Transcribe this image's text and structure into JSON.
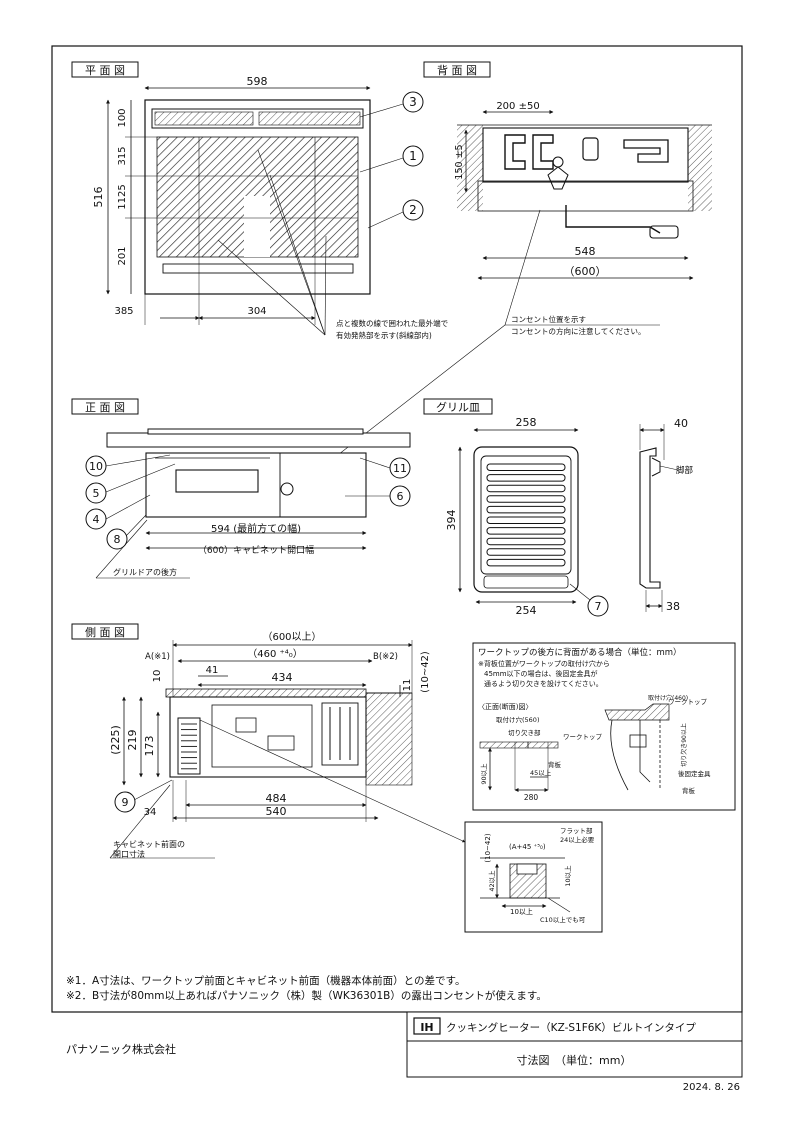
{
  "views": {
    "plan": "平 面 図",
    "back": "背 面 図",
    "front": "正 面 図",
    "grill": "グリル皿",
    "side": "側 面 図"
  },
  "plan_dims": {
    "width": "598",
    "d100": "100",
    "d315": "315",
    "d1125": "1125",
    "d516": "516",
    "d201": "201",
    "d385": "385",
    "d304": "304"
  },
  "plan_note": [
    "点と複数の線で囲われた最外端で",
    "有効発熱部を示す(斜線部内)"
  ],
  "back_dims": {
    "d200": "200 ±50",
    "d150": "150 ±5",
    "d548": "548",
    "d600": "（600）"
  },
  "outlet_note": [
    "コンセント位置を示す",
    "コンセントの方向に注意してください。"
  ],
  "front_dims": {
    "d594": "594 (最前方ての幅)",
    "d600": "（600）キャビネット開口幅",
    "grill_door": "グリルドアの後方"
  },
  "grill_dims": {
    "d258": "258",
    "d394": "394",
    "d254": "254",
    "d40": "40",
    "d38": "38",
    "handle": "脚部"
  },
  "side_dims": {
    "d600": "（600以上）",
    "d460": "（460 ⁺⁴₀）",
    "a": "A(※1)",
    "b": "B(※2)",
    "d41": "41",
    "d434": "434",
    "d10": "10",
    "d11": "11",
    "d10_42": "(10~42)",
    "d225": "(225)",
    "d219": "219",
    "d173": "173",
    "d34": "34",
    "d484": "484",
    "d540": "540",
    "cabinet_note": [
      "キャビネット前面の",
      "開口寸法"
    ]
  },
  "detail_box": {
    "title": "ワークトップの後方に背面がある場合（単位：mm）",
    "lines": [
      "※背板位置がワークトップの取付け穴から",
      "45mm以下の場合は、後固定金具が",
      "通るよう切り欠きを設けてください。"
    ],
    "section": "〈正面(断面)図〉",
    "mount_hole": "取付け穴(560)",
    "notch": "切り欠き部",
    "worktop": "ワークトップ",
    "backboard": "背板",
    "d45": "45以上",
    "d90": "90以上",
    "d280": "280",
    "mount_hole_r": "取付け穴(460)",
    "worktop_r": "ワークトップ",
    "notch_r": "切り欠き90以上",
    "rear_bracket": "後固定金具",
    "backboard_r": "背板"
  },
  "inset": {
    "d10_42": "(10~42)",
    "a45": "(A+45 ⁺⁵₀)",
    "flat": [
      "フラット部",
      "24以上必要"
    ],
    "d10": "10以上",
    "d42": "42以上",
    "d10b": "10以上",
    "c10": "C10以上でも可"
  },
  "callouts": [
    "1",
    "2",
    "3",
    "4",
    "5",
    "6",
    "7",
    "8",
    "9",
    "10",
    "11"
  ],
  "notes": [
    "※1．A寸法は、ワークトップ前面とキャビネット前面（機器本体前面）との差です。",
    "※2．B寸法が80mm以上あればパナソニック（株）製（WK36301B）の露出コンセントが使えます。"
  ],
  "title_block": {
    "company": "パナソニック株式会社",
    "ih": "IH",
    "product": "クッキングヒーター（KZ-S1F6K）ビルトインタイプ",
    "drawing": "寸法図　（単位：mm）",
    "date": "2024. 8. 26"
  }
}
